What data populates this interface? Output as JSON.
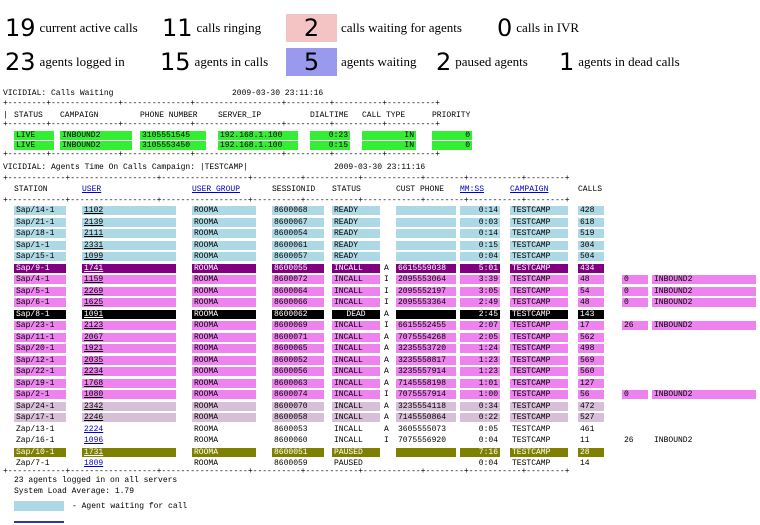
{
  "stats": {
    "row1": [
      {
        "num": "19",
        "label": "current active calls"
      },
      {
        "num": "11",
        "label": "calls ringing"
      },
      {
        "num": "2",
        "label": "calls waiting for agents"
      },
      {
        "num": "0",
        "label": "calls in IVR"
      }
    ],
    "row2": [
      {
        "num": "23",
        "label": "agents logged in"
      },
      {
        "num": "15",
        "label": "agents in calls"
      },
      {
        "num": "5",
        "label": "agents waiting"
      },
      {
        "num": "2",
        "label": "paused agents"
      },
      {
        "num": "1",
        "label": "agents in dead calls"
      }
    ]
  },
  "colors": {
    "waiting_calls_box": "#f4c4c4",
    "agents_waiting_box": "#9999ee",
    "green": "#33ee33",
    "lightblue": "#add8e6",
    "pink": "#ee82ee",
    "purple": "#800080",
    "thistle": "#d8bfd8",
    "olive": "#808000",
    "black": "#000000"
  },
  "calls_waiting": {
    "title": "VICIDIAL: Calls Waiting",
    "timestamp": "2009-03-30 23:11:16",
    "headers": [
      "STATUS",
      "CAMPAIGN",
      "PHONE NUMBER",
      "SERVER_IP",
      "DIALTIME",
      "CALL TYPE",
      "PRIORITY"
    ],
    "rows": [
      [
        "LIVE",
        "INBOUND2",
        "3105551545",
        "192.168.1.100",
        "0:23",
        "IN",
        "0"
      ],
      [
        "LIVE",
        "INBOUND2",
        "3105553450",
        "192.168.1.100",
        "0:15",
        "IN",
        "0"
      ]
    ]
  },
  "agents": {
    "title": "VICIDIAL: Agents Time On Calls Campaign: |TESTCAMP|",
    "timestamp": "2009-03-30 23:11:16",
    "headers": [
      "STATION",
      "USER",
      "USER GROUP",
      "SESSIONID",
      "STATUS",
      "CUST PHONE",
      "MM:SS",
      "CAMPAIGN",
      "CALLS"
    ],
    "rows": [
      {
        "station": "Sap/14-1",
        "user": "1102",
        "group": "ROOMA",
        "session": "8600068",
        "status": "READY",
        "flag": "",
        "phone": "",
        "mmss": "0:14",
        "campaign": "TESTCAMP",
        "calls": "428",
        "hold": "",
        "ingroup": "",
        "color": "lightblue"
      },
      {
        "station": "Sap/21-1",
        "user": "2139",
        "group": "ROOMA",
        "session": "8600067",
        "status": "READY",
        "flag": "",
        "phone": "",
        "mmss": "0:03",
        "campaign": "TESTCAMP",
        "calls": "618",
        "hold": "",
        "ingroup": "",
        "color": "lightblue"
      },
      {
        "station": "Sap/18-1",
        "user": "2111",
        "group": "ROOMA",
        "session": "8600054",
        "status": "READY",
        "flag": "",
        "phone": "",
        "mmss": "0:14",
        "campaign": "TESTCAMP",
        "calls": "519",
        "hold": "",
        "ingroup": "",
        "color": "lightblue"
      },
      {
        "station": "Sap/1-1",
        "user": "2331",
        "group": "ROOMA",
        "session": "8600061",
        "status": "READY",
        "flag": "",
        "phone": "",
        "mmss": "0:15",
        "campaign": "TESTCAMP",
        "calls": "304",
        "hold": "",
        "ingroup": "",
        "color": "lightblue"
      },
      {
        "station": "Sap/15-1",
        "user": "1099",
        "group": "ROOMA",
        "session": "8600057",
        "status": "READY",
        "flag": "",
        "phone": "",
        "mmss": "0:04",
        "campaign": "TESTCAMP",
        "calls": "504",
        "hold": "",
        "ingroup": "",
        "color": "lightblue"
      },
      {
        "station": "Sap/9-1",
        "user": "1741",
        "group": "ROOMA",
        "session": "8600055",
        "status": "INCALL",
        "flag": "A",
        "phone": "6615559038",
        "mmss": "5:01",
        "campaign": "TESTCAMP",
        "calls": "434",
        "hold": "",
        "ingroup": "",
        "color": "purple"
      },
      {
        "station": "Sap/4-1",
        "user": "1159",
        "group": "ROOMA",
        "session": "8600072",
        "status": "INCALL",
        "flag": "I",
        "phone": "2095553064",
        "mmss": "3:39",
        "campaign": "TESTCAMP",
        "calls": "48",
        "hold": "0",
        "ingroup": "INBOUND2",
        "color": "pink"
      },
      {
        "station": "Sap/5-1",
        "user": "2269",
        "group": "ROOMA",
        "session": "8600064",
        "status": "INCALL",
        "flag": "I",
        "phone": "2095552197",
        "mmss": "3:05",
        "campaign": "TESTCAMP",
        "calls": "54",
        "hold": "0",
        "ingroup": "INBOUND2",
        "color": "pink"
      },
      {
        "station": "Sap/6-1",
        "user": "1625",
        "group": "ROOMA",
        "session": "8600066",
        "status": "INCALL",
        "flag": "I",
        "phone": "2095553364",
        "mmss": "2:49",
        "campaign": "TESTCAMP",
        "calls": "48",
        "hold": "0",
        "ingroup": "INBOUND2",
        "color": "pink"
      },
      {
        "station": "Sap/8-1",
        "user": "1091",
        "group": "ROOMA",
        "session": "8600062",
        "status": "DEAD",
        "flag": "A",
        "phone": "",
        "mmss": "2:45",
        "campaign": "TESTCAMP",
        "calls": "143",
        "hold": "",
        "ingroup": "",
        "color": "black"
      },
      {
        "station": "Sap/23-1",
        "user": "2123",
        "group": "ROOMA",
        "session": "8600069",
        "status": "INCALL",
        "flag": "I",
        "phone": "6615552455",
        "mmss": "2:07",
        "campaign": "TESTCAMP",
        "calls": "17",
        "hold": "26",
        "ingroup": "INBOUND2",
        "color": "pink"
      },
      {
        "station": "Sap/11-1",
        "user": "2067",
        "group": "ROOMA",
        "session": "8600071",
        "status": "INCALL",
        "flag": "A",
        "phone": "7075554268",
        "mmss": "2:05",
        "campaign": "TESTCAMP",
        "calls": "562",
        "hold": "",
        "ingroup": "",
        "color": "pink"
      },
      {
        "station": "Sap/20-1",
        "user": "1921",
        "group": "ROOMA",
        "session": "8600065",
        "status": "INCALL",
        "flag": "A",
        "phone": "3235553720",
        "mmss": "1:24",
        "campaign": "TESTCAMP",
        "calls": "498",
        "hold": "",
        "ingroup": "",
        "color": "pink"
      },
      {
        "station": "Sap/12-1",
        "user": "2035",
        "group": "ROOMA",
        "session": "8600052",
        "status": "INCALL",
        "flag": "A",
        "phone": "3235558817",
        "mmss": "1:23",
        "campaign": "TESTCAMP",
        "calls": "569",
        "hold": "",
        "ingroup": "",
        "color": "pink"
      },
      {
        "station": "Sap/22-1",
        "user": "2234",
        "group": "ROOMA",
        "session": "8600056",
        "status": "INCALL",
        "flag": "A",
        "phone": "3235557914",
        "mmss": "1:23",
        "campaign": "TESTCAMP",
        "calls": "560",
        "hold": "",
        "ingroup": "",
        "color": "pink"
      },
      {
        "station": "Sap/19-1",
        "user": "1768",
        "group": "ROOMA",
        "session": "8600063",
        "status": "INCALL",
        "flag": "A",
        "phone": "7145558198",
        "mmss": "1:01",
        "campaign": "TESTCAMP",
        "calls": "127",
        "hold": "",
        "ingroup": "",
        "color": "pink"
      },
      {
        "station": "Sap/2-1",
        "user": "1080",
        "group": "ROOMA",
        "session": "8600074",
        "status": "INCALL",
        "flag": "I",
        "phone": "7075557914",
        "mmss": "1:00",
        "campaign": "TESTCAMP",
        "calls": "56",
        "hold": "0",
        "ingroup": "INBOUND2",
        "color": "pink"
      },
      {
        "station": "Sap/24-1",
        "user": "2342",
        "group": "ROOMA",
        "session": "8600070",
        "status": "INCALL",
        "flag": "A",
        "phone": "3235554118",
        "mmss": "0:34",
        "campaign": "TESTCAMP",
        "calls": "472",
        "hold": "",
        "ingroup": "",
        "color": "thistle"
      },
      {
        "station": "Sap/17-1",
        "user": "2246",
        "group": "ROOMA",
        "session": "8600058",
        "status": "INCALL",
        "flag": "A",
        "phone": "7145550864",
        "mmss": "0:22",
        "campaign": "TESTCAMP",
        "calls": "527",
        "hold": "",
        "ingroup": "",
        "color": "thistle"
      },
      {
        "station": "Zap/13-1",
        "user": "2224",
        "group": "ROOMA",
        "session": "8600053",
        "status": "INCALL",
        "flag": "A",
        "phone": "3605555073",
        "mmss": "0:05",
        "campaign": "TESTCAMP",
        "calls": "461",
        "hold": "",
        "ingroup": "",
        "color": "none"
      },
      {
        "station": "Zap/16-1",
        "user": "1096",
        "group": "ROOMA",
        "session": "8600060",
        "status": "INCALL",
        "flag": "I",
        "phone": "7075556920",
        "mmss": "0:04",
        "campaign": "TESTCAMP",
        "calls": "11",
        "hold": "26",
        "ingroup": "INBOUND2",
        "color": "none"
      },
      {
        "station": "Sap/10-1",
        "user": "1731",
        "group": "ROOMA",
        "session": "8600051",
        "status": "PAUSED",
        "flag": "",
        "phone": "",
        "mmss": "7:16",
        "campaign": "TESTCAMP",
        "calls": "28",
        "hold": "",
        "ingroup": "",
        "color": "olive"
      },
      {
        "station": "Zap/7-1",
        "user": "1809",
        "group": "ROOMA",
        "session": "8600059",
        "status": "PAUSED",
        "flag": "",
        "phone": "",
        "mmss": "0:04",
        "campaign": "TESTCAMP",
        "calls": "14",
        "hold": "",
        "ingroup": "",
        "color": "none"
      }
    ]
  },
  "footer": {
    "logged_in": "23 agents logged in on all servers",
    "load": "System Load Average: 1.79",
    "legend_label": "- Agent waiting for call"
  }
}
